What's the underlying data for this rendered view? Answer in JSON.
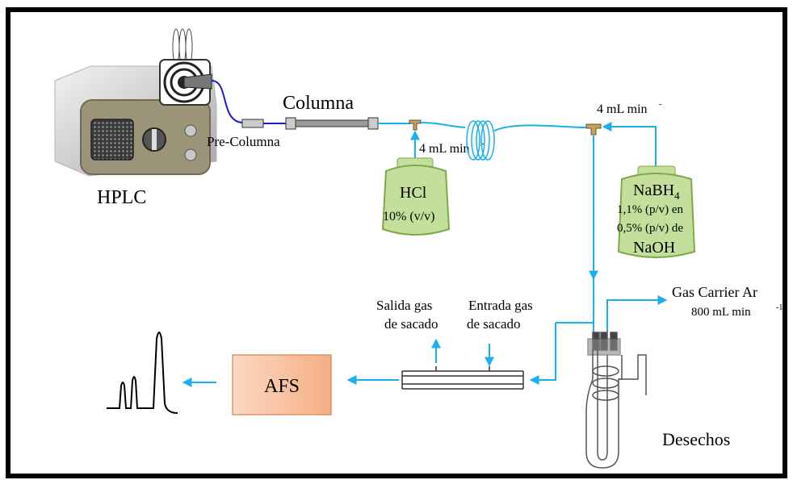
{
  "labels": {
    "hplc": "HPLC",
    "pre_columna": "Pre-Columna",
    "columna": "Columna",
    "hcl_flow": "4 mL min",
    "hcl_flow_sup": "-",
    "nabh4_flow": "4 mL min",
    "nabh4_flow_sup": "-",
    "hcl_name": "HCl",
    "hcl_conc": "10% (v/v)",
    "nabh4_name": "NaBH",
    "nabh4_sub": "4",
    "nabh4_line1": "1,1% (p/v) en",
    "nabh4_line2": "0,5% (p/v) de",
    "nabh4_line3": "NaOH",
    "gas_carrier": "Gas Carrier Ar",
    "gas_flow": "800 mL min",
    "gas_flow_sup": "-1",
    "salida_1": "Salida gas",
    "salida_2": "de sacado",
    "entrada_1": "Entrada gas",
    "entrada_2": "de sacado",
    "afs": "AFS",
    "desechos": "Desechos"
  },
  "colors": {
    "flow_line": "#1ab0ee",
    "pump_tube": "#1a1acc",
    "hplc_body": "#c8c8c8",
    "hplc_panel": "#9c9478",
    "bottle_fill": "#c4df9b",
    "bottle_stroke": "#7ea84a",
    "afs_fill": "#f9c7a4",
    "frame": "#000000"
  }
}
